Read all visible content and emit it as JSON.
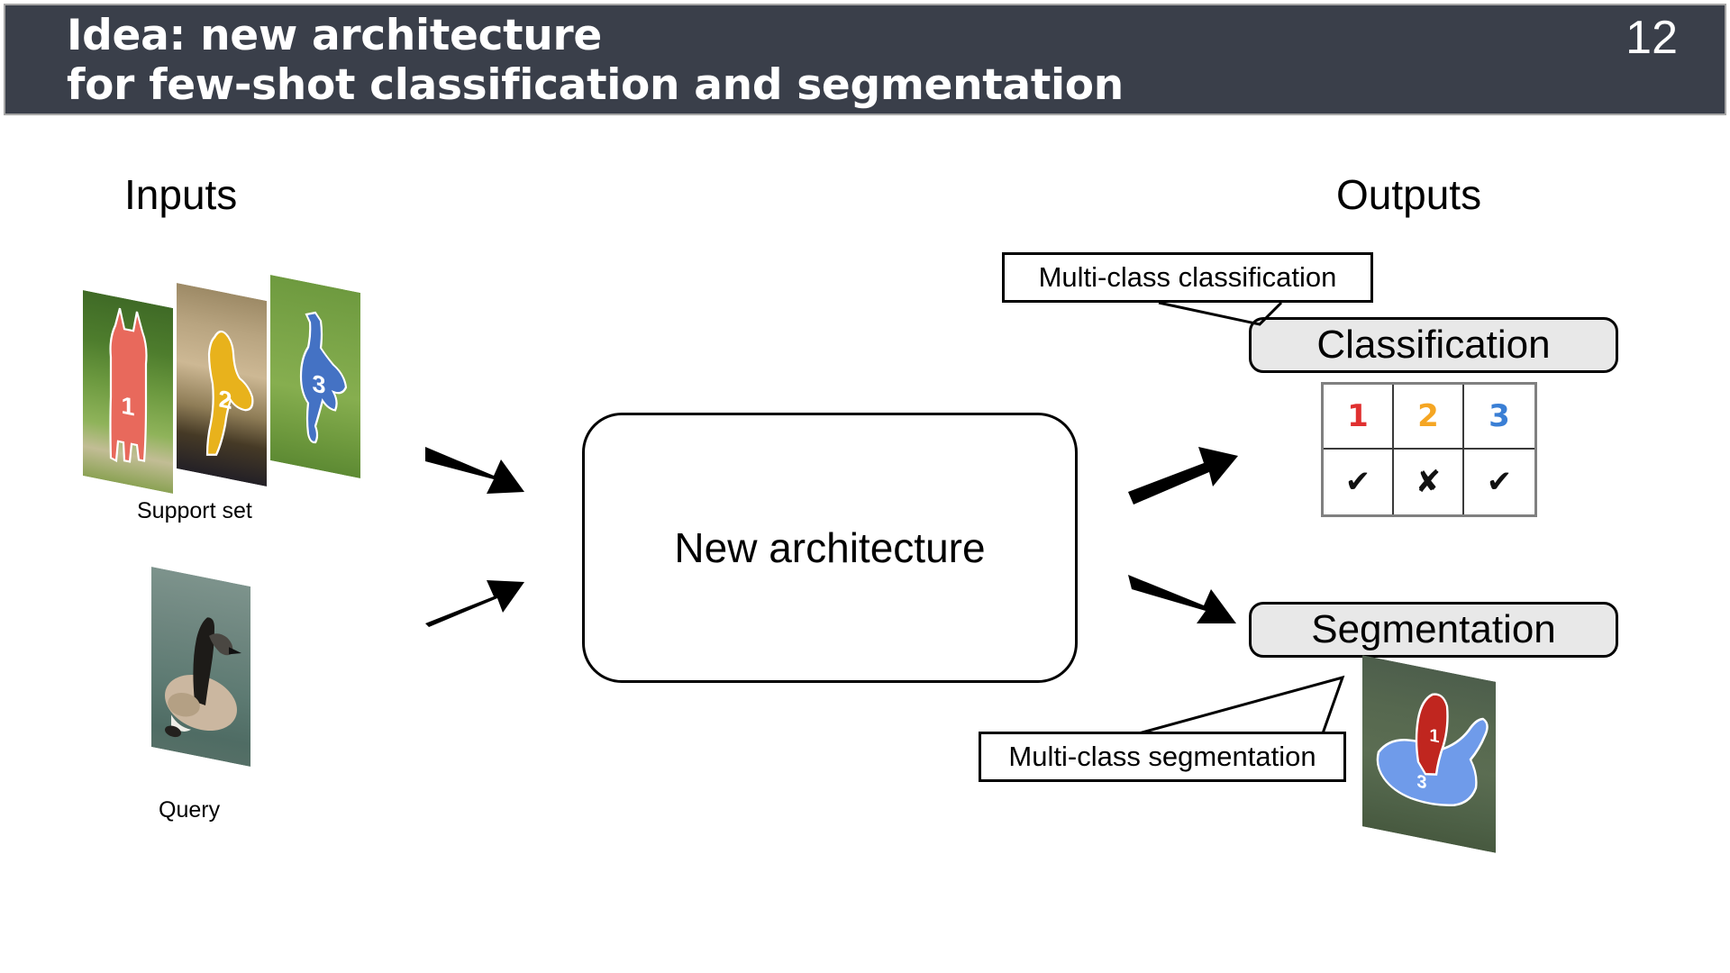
{
  "slide": {
    "title": "Idea: new architecture\nfor few-shot classification and segmentation",
    "page_number": "12",
    "header_bg": "#3a3f4a",
    "header_text_color": "#ffffff"
  },
  "inputs": {
    "section_label": "Inputs",
    "support_set": {
      "caption": "Support set",
      "items": [
        {
          "class_label": "1",
          "mask_color": "#e8695c",
          "scene": "red-cat-on-grass"
        },
        {
          "class_label": "2",
          "mask_color": "#e8b21c",
          "scene": "yellow-dog-on-dirt"
        },
        {
          "class_label": "3",
          "mask_color": "#4472c4",
          "scene": "blue-bird-on-grass"
        }
      ]
    },
    "query": {
      "caption": "Query",
      "scene": "goose-on-water"
    }
  },
  "model": {
    "box_label": "New architecture"
  },
  "outputs": {
    "section_label": "Outputs",
    "classification": {
      "pill_label": "Classification",
      "callout_label": "Multi-class classification",
      "table": {
        "class_ids": [
          "1",
          "2",
          "3"
        ],
        "class_colors": [
          "#e03030",
          "#f5a623",
          "#3a7fd5"
        ],
        "results": [
          "✔",
          "✘",
          "✔"
        ]
      }
    },
    "segmentation": {
      "pill_label": "Segmentation",
      "callout_label": "Multi-class segmentation",
      "result_masks": [
        {
          "class_label": "1",
          "mask_color": "#c0261f"
        },
        {
          "class_label": "3",
          "mask_color": "#6f9bea"
        }
      ]
    }
  }
}
